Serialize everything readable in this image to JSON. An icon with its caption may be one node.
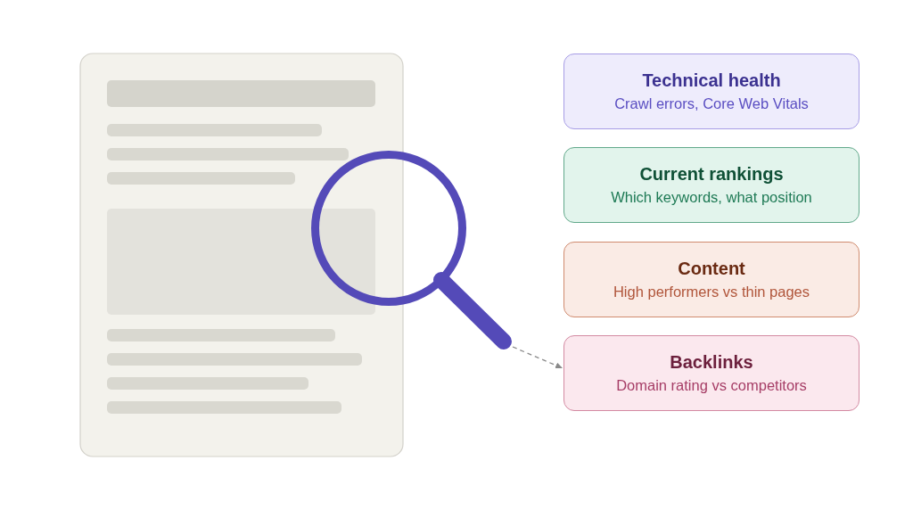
{
  "diagram": {
    "nodes": [
      {
        "text": [],
        "shape": "magnifier"
      },
      {
        "text": [
          "Technical health",
          "Crawl errors, Core Web Vitals"
        ]
      },
      {
        "text": [
          "Current rankings",
          "Which keywords, what position"
        ]
      },
      {
        "text": [
          "Content",
          "High performers vs thin pages"
        ]
      },
      {
        "text": [
          "Backlinks",
          "Domain rating vs competitors"
        ]
      }
    ],
    "edges": [
      {
        "from": 0,
        "to": 4,
        "arrow": "to",
        "style": "dashed"
      }
    ]
  }
}
